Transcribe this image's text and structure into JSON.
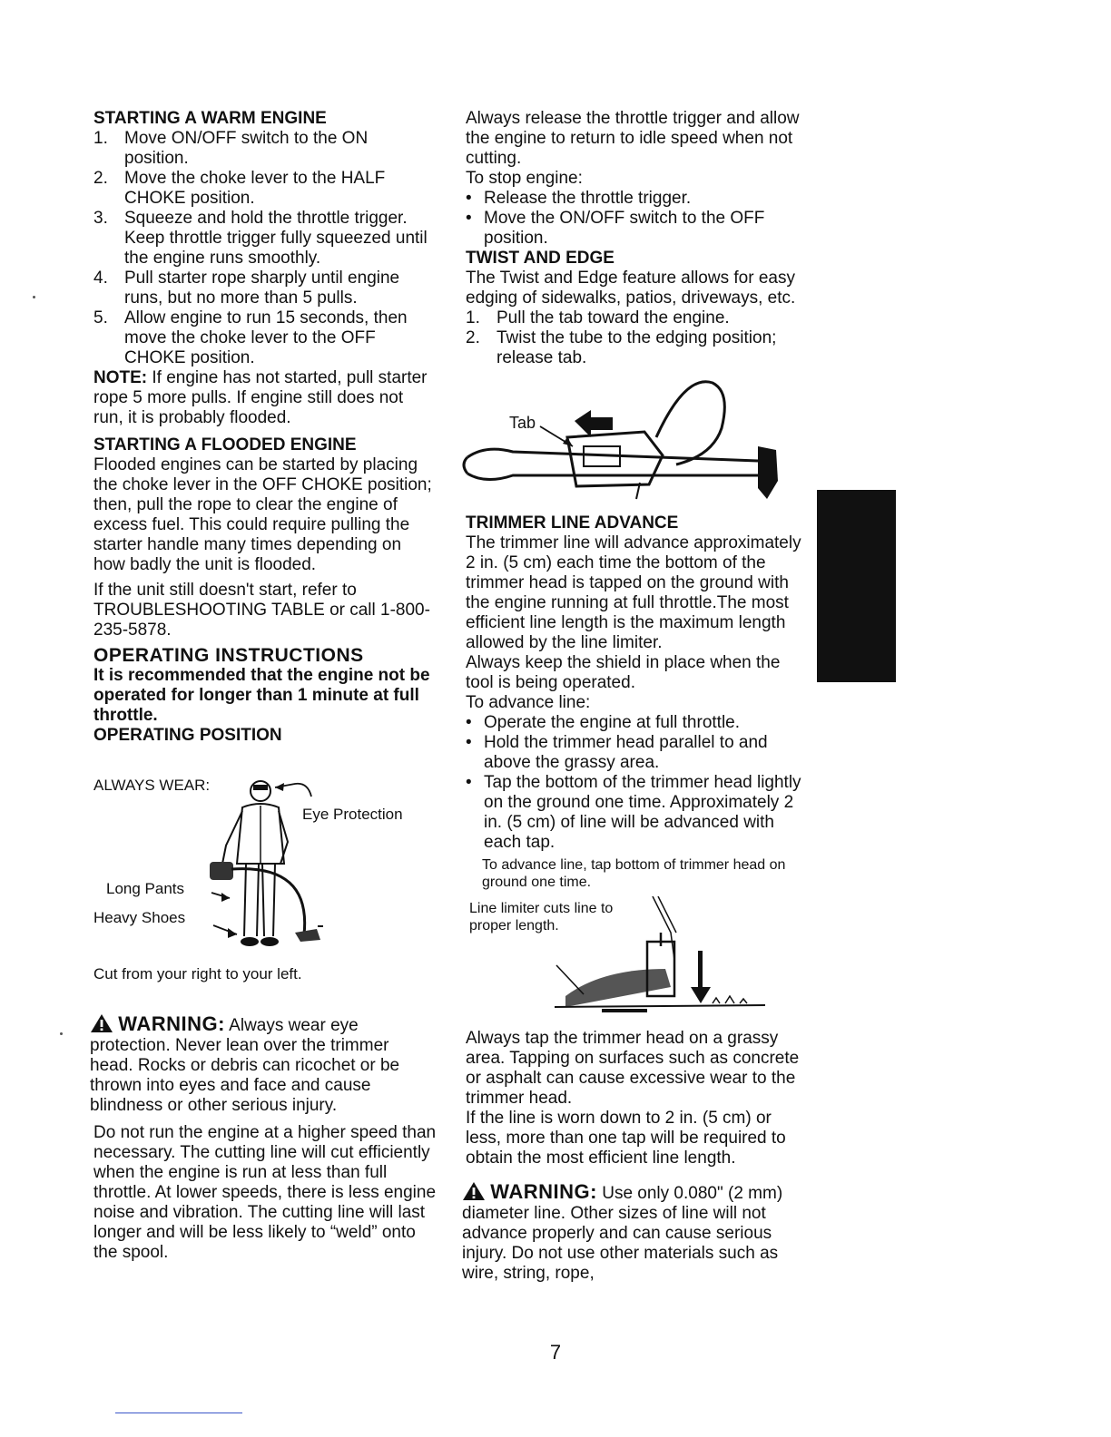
{
  "left": {
    "warm_heading": "STARTING A WARM ENGINE",
    "warm_steps": [
      {
        "num": "1.",
        "text": "Move ON/OFF switch to the ON position."
      },
      {
        "num": "2.",
        "text": "Move the choke lever to the HALF CHOKE position."
      },
      {
        "num": "3.",
        "text": "Squeeze and hold the throttle trigger. Keep throttle trigger fully squeezed until the engine runs smoothly."
      },
      {
        "num": "4.",
        "text": "Pull starter rope sharply until engine runs, but no more than 5 pulls."
      },
      {
        "num": "5.",
        "text": "Allow engine to run 15 seconds, then move the choke lever to the OFF CHOKE position."
      }
    ],
    "note_label": "NOTE:",
    "note_text": "If engine has not started, pull starter rope 5 more pulls. If engine still does not run, it is probably flooded.",
    "flooded_heading": "STARTING A FLOODED ENGINE",
    "flooded_text": "Flooded engines can be started by placing the choke lever in the OFF CHOKE position; then, pull the rope to clear the engine of excess fuel. This could require pulling the starter handle many times depending on how badly the unit is flooded.",
    "flooded_text2": "If the unit still doesn't start, refer to TROUBLESHOOTING TABLE or call 1-800-235-5878.",
    "operating_heading": "OPERATING INSTRUCTIONS",
    "operating_bold": "It is recommended that the engine not be operated for longer than 1 minute at full throttle.",
    "position_heading": "OPERATING POSITION",
    "fig_always_wear": "ALWAYS WEAR:",
    "fig_eye": "Eye Protection",
    "fig_pants": "Long Pants",
    "fig_shoes": "Heavy Shoes",
    "fig_caption": "Cut from your right to your left.",
    "warning_label": "WARNING:",
    "warning_text": "Always wear eye protection. Never lean over the trimmer head. Rocks or debris can ricochet or be thrown into eyes and face and cause blindness or other serious injury.",
    "speed_text": "Do not run the engine at a higher speed than necessary. The cutting line will cut efficiently when the engine is run at less than full throttle. At lower speeds, there is less engine noise and vibration. The cutting line will last longer and will be less likely to “weld” onto the spool."
  },
  "right": {
    "release_text": "Always release the throttle trigger and allow the engine to return to idle speed when not cutting.",
    "stop_label": "To stop engine:",
    "stop_steps": [
      "Release the throttle trigger.",
      "Move the ON/OFF switch to the OFF position."
    ],
    "twist_heading": "TWIST AND EDGE",
    "twist_text": "The Twist and Edge feature allows for easy edging of sidewalks, patios, driveways, etc.",
    "twist_steps": [
      {
        "num": "1.",
        "text": "Pull the tab toward the engine."
      },
      {
        "num": "2.",
        "text": "Twist the tube to the edging position; release tab."
      }
    ],
    "fig_tab": "Tab",
    "trimmer_heading": "TRIMMER LINE ADVANCE",
    "trimmer_text": "The trimmer line will advance approximately 2 in. (5 cm) each time the bottom of the trimmer head is tapped on the ground with the engine running at full throttle.The most efficient line length is the maximum length allowed by the line limiter.",
    "shield_text": "Always keep the shield in place when the tool is being operated.",
    "advance_label": "To advance line:",
    "advance_steps": [
      "Operate the engine at full throttle.",
      "Hold the trimmer head parallel to and above the grassy area.",
      "Tap the bottom of the trimmer head lightly on the ground one time. Approximately 2 in. (5 cm) of line will be advanced with each tap."
    ],
    "tap_caption": "To advance line, tap bottom of trimmer head on ground one time.",
    "limiter_caption": "Line limiter cuts line to proper length.",
    "grassy_text": "Always tap the trimmer head on a grassy area. Tapping on surfaces such as concrete or asphalt can cause excessive wear to the trimmer head.",
    "worn_text": "If the line is worn down to 2 in. (5 cm) or less, more than one tap will be required to obtain the most efficient line length.",
    "warning_label": "WARNING:",
    "warning_text": "Use only 0.080\" (2 mm) diameter line. Other sizes of line will not advance properly and can cause serious injury. Do not use other materials such as wire, string, rope,"
  },
  "page_number": "7"
}
